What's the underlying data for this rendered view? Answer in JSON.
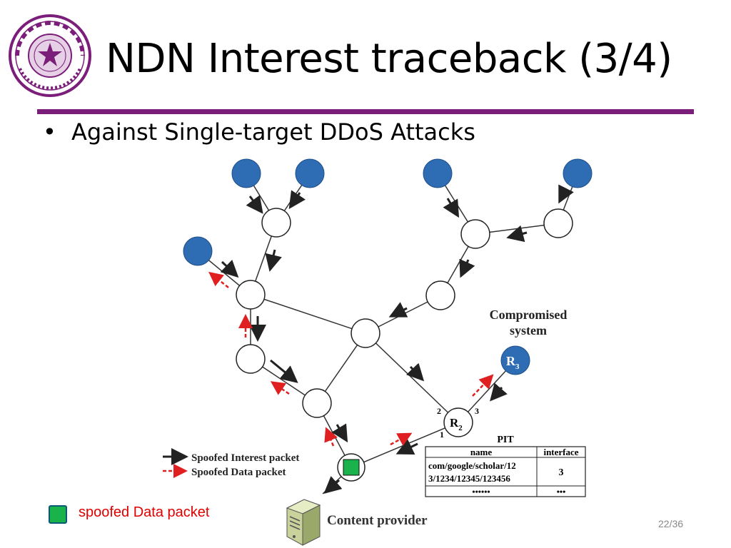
{
  "slide": {
    "title": "NDN Interest traceback (3/4)",
    "bullet": "Against Single-target DDoS Attacks",
    "page": "22/36",
    "accent_color": "#7b1e7a"
  },
  "logo": {
    "icon": "tsinghua-university-seal-icon",
    "text": "TSINGHUA·1911·UNIVERSITY"
  },
  "diagram": {
    "compromised_label_line1": "Compromised",
    "compromised_label_line2": "system",
    "r2_label": "R",
    "r2_sub": "2",
    "r3_label": "R",
    "r3_sub": "3",
    "port_1": "1",
    "port_2": "2",
    "port_3": "3",
    "content_provider": "Content provider",
    "legend_interest": "Spoofed Interest packet",
    "legend_data": "Spoofed Data packet",
    "pit": {
      "title": "PIT",
      "headers": [
        "name",
        "interface"
      ],
      "row1_name_line1": "com/google/scholar/12",
      "row1_name_line2": "3/1234/12345/123456",
      "row1_interface": "3",
      "row2_name": "••••••",
      "row2_interface": "•••"
    },
    "colors": {
      "attacker": "#2e6db4",
      "interest_arrow": "#222222",
      "data_arrow": "#e02020",
      "spoofed_data": "#19b24b"
    }
  },
  "legend": {
    "spoofed_data_label": "spoofed Data packet"
  }
}
